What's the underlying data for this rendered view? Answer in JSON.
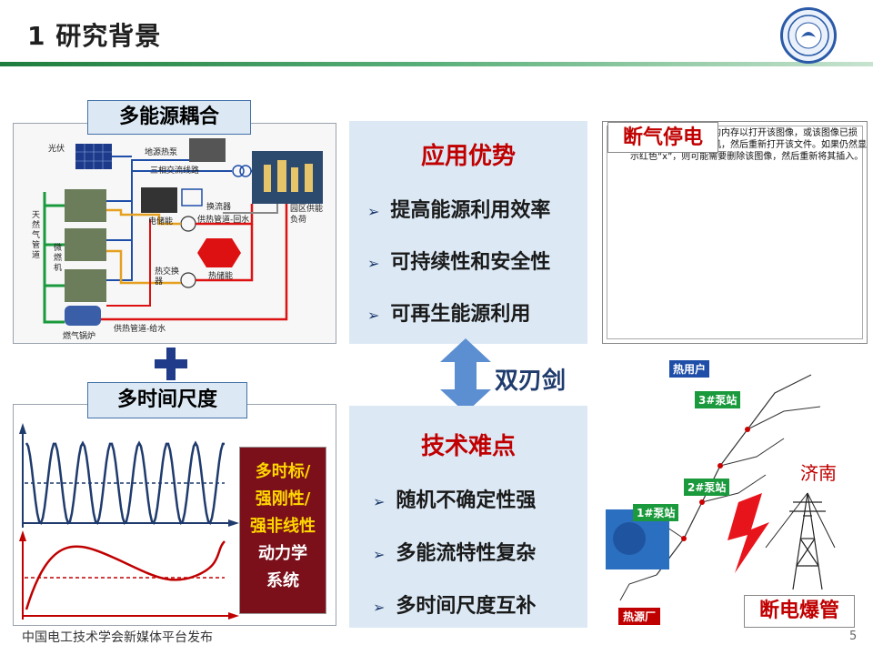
{
  "header": {
    "title": "1 研究背景"
  },
  "left_top": {
    "label": "多能源耦合",
    "diagram_labels": {
      "pv": "光伏",
      "ground_heat_pump": "地源热泵",
      "three_phase": "三相交流线路",
      "converter": "换流器",
      "storage": "电储能",
      "heating_return": "供热管道-回水",
      "park_load": "园区供能负荷",
      "gas_pipe": "天然气管道",
      "gas_turbine": "微燃机",
      "heat_storage": "热储能",
      "heat_exchanger": "热交换器",
      "heating_supply": "供热管道-给水",
      "gas_boiler": "燃气锅炉"
    }
  },
  "plus_sign": "+",
  "left_bottom": {
    "label": "多时间尺度",
    "properties": [
      "多时标/",
      "强刚性/",
      "强非线性"
    ],
    "system_text": [
      "动力学",
      "系统"
    ]
  },
  "middle_top": {
    "title": "应用优势",
    "bullets": [
      "提高能源利用效率",
      "可持续性和安全性",
      "可再生能源利用"
    ]
  },
  "double_edge": "双刃剑",
  "middle_bottom": {
    "title": "技术难点",
    "bullets": [
      "随机不确定性强",
      "多能流特性复杂",
      "多时间尺度互补"
    ]
  },
  "right_top": {
    "label": "断气停电",
    "error_text": "计算机可能没有足够的内存以打开该图像，或该图像已损坏。请重新启动计算机，然后重新打开该文件。如果仍然显示红色“x”，则可能需要删除该图像，然后重新将其插入。"
  },
  "right_bottom": {
    "heat_user": "热用户",
    "pump3": "3#泵站",
    "pump2": "2#泵站",
    "pump1": "1#泵站",
    "heat_source": "热源厂",
    "city": "济南",
    "pipe_burst": "断电爆管"
  },
  "footer": {
    "source": "中国电工技术学会新媒体平台发布",
    "page": "5"
  },
  "colors": {
    "accent_red": "#c00000",
    "box_blue": "#dce9f5",
    "title_green": "#1e7d3d",
    "dark_red_panel": "#7b0f1a",
    "prop_yellow": "#ffd700"
  }
}
